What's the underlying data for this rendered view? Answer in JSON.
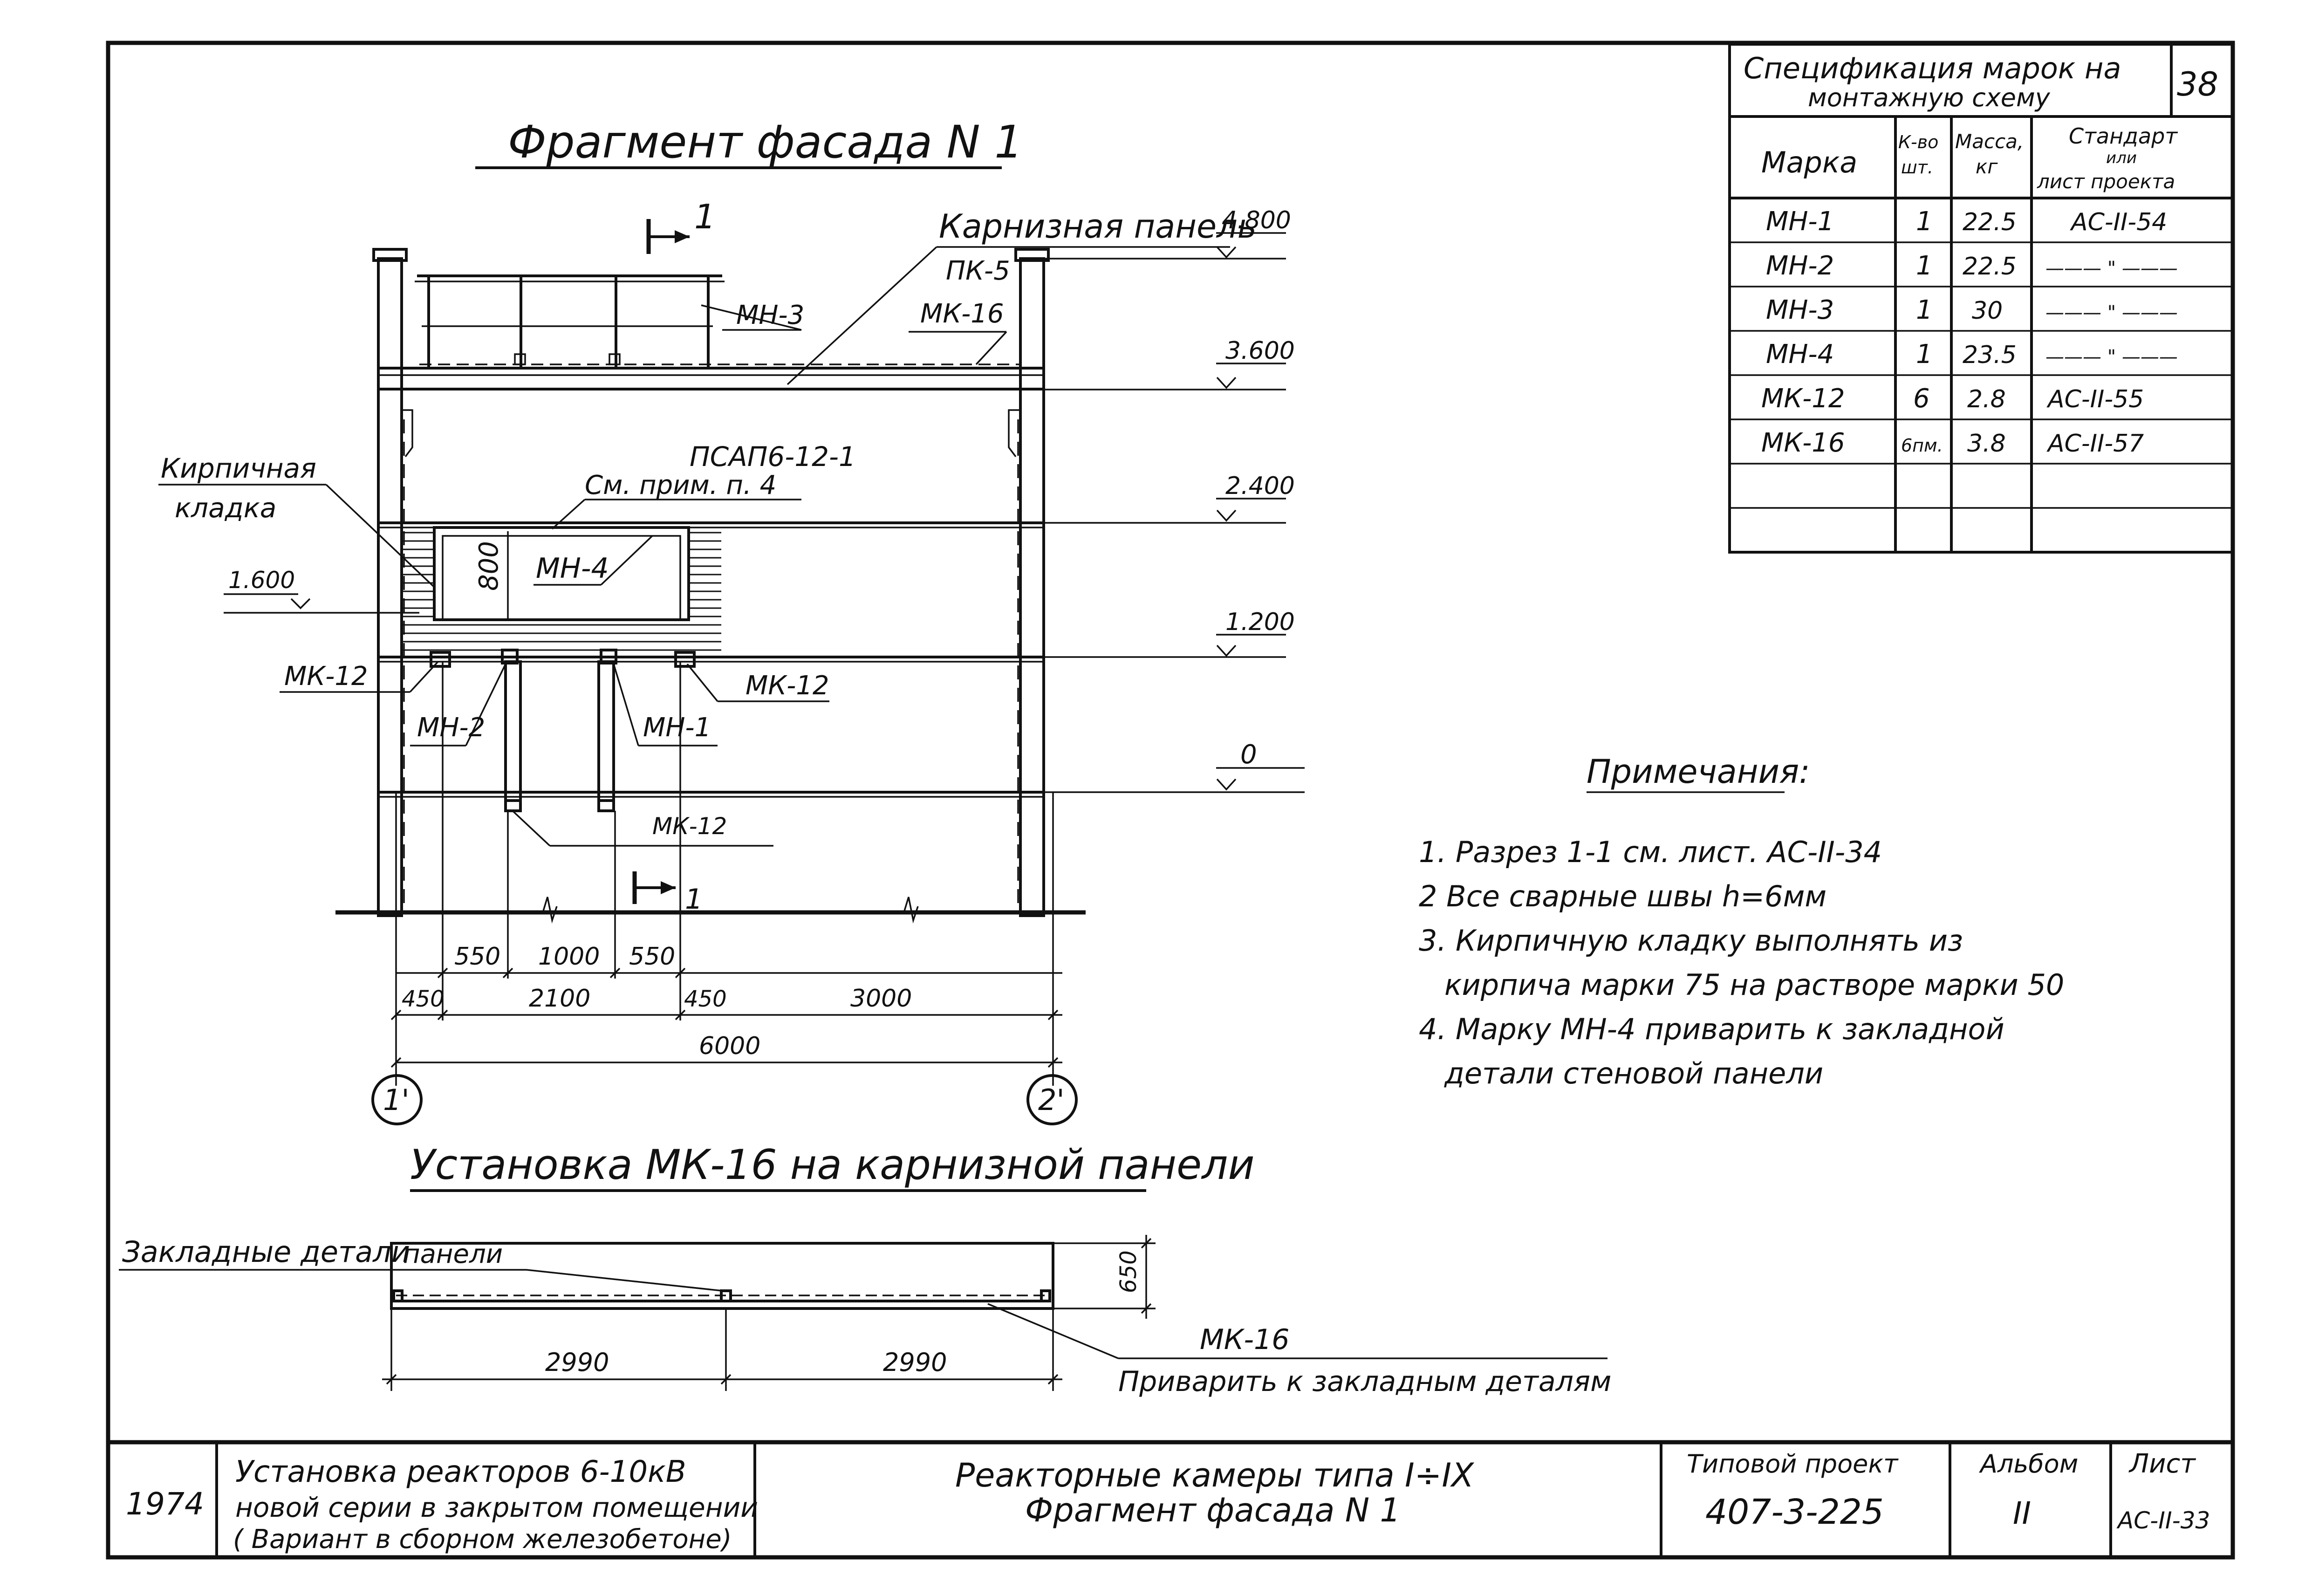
{
  "sheet_number": "38",
  "facade": {
    "title": "Фрагмент фасада N 1",
    "section_mark_top": "1",
    "section_mark_bottom": "1",
    "labels": {
      "cornice_panel": "Карнизная панель",
      "pk5": "ПК-5",
      "mn3": "МН-3",
      "mk16": "МК-16",
      "psap": "ПСАП6-12-1",
      "see_note": "См. прим. п. 4",
      "brick_1": "Кирпичная",
      "brick_2": "кладка",
      "mn4": "МН-4",
      "dim_800": "800",
      "mk12_left": "МК-12",
      "mk12_right": "МК-12",
      "mk12_bottom": "МК-12",
      "mn2": "МН-2",
      "mn1": "МН-1"
    },
    "levels": [
      "4.800",
      "3.600",
      "2.400",
      "1.200",
      "0"
    ],
    "level_left": "1.600",
    "dims": {
      "d550a": "550",
      "d1000": "1000",
      "d550b": "550",
      "d450a": "450",
      "d2100": "2100",
      "d450b": "450",
      "d3000": "3000",
      "d6000": "6000"
    },
    "axes": [
      "1'",
      "2'"
    ]
  },
  "notes": {
    "heading": "Примечания:",
    "items": [
      "1. Разрез 1-1 см. лист. АС-II-34",
      "2 Все сварные швы h=6мм",
      "3. Кирпичную кладку выполнять из",
      "кирпича марки 75 на растворе марки 50",
      "4. Марку МН-4 приварить к закладной",
      "детали стеновой панели"
    ]
  },
  "spec_table": {
    "title_1": "Спецификация марок на",
    "title_2": "монтажную схему",
    "headers": {
      "mark": "Марка",
      "qty_1": "К-во",
      "qty_2": "шт.",
      "mass_1": "Масса,",
      "mass_2": "кг",
      "std_1": "Стандарт",
      "std_2": "или",
      "std_3": "лист проекта"
    },
    "rows": [
      {
        "mark": "МН-1",
        "qty": "1",
        "mass": "22.5",
        "ref": "АС-II-54"
      },
      {
        "mark": "МН-2",
        "qty": "1",
        "mass": "22.5",
        "ref": "——— \" ———"
      },
      {
        "mark": "МН-3",
        "qty": "1",
        "mass": "30",
        "ref": "——— \" ———"
      },
      {
        "mark": "МН-4",
        "qty": "1",
        "mass": "23.5",
        "ref": "——— \" ———"
      },
      {
        "mark": "МК-12",
        "qty": "6",
        "mass": "2.8",
        "ref": "АС-II-55"
      },
      {
        "mark": "МК-16",
        "qty": "6пм.",
        "mass": "3.8",
        "ref": "АС-II-57"
      },
      {
        "mark": "",
        "qty": "",
        "mass": "",
        "ref": ""
      },
      {
        "mark": "",
        "qty": "",
        "mass": "",
        "ref": ""
      }
    ]
  },
  "install": {
    "title": "Установка МК-16 на карнизной панели",
    "embedded_1": "Закладные детали",
    "embedded_2": "панели",
    "dim_650": "650",
    "dim_a": "2990",
    "dim_b": "2990",
    "mk16": "МК-16",
    "weld_note": "Приварить к закладным деталям"
  },
  "title_block": {
    "year": "1974",
    "desc_1": "Установка реакторов 6-10кВ",
    "desc_2": "новой серии в закрытом помещении",
    "desc_3": "( Вариант в сборном железобетоне)",
    "drawing_1": "Реакторные камеры типа I÷IX",
    "drawing_2": "Фрагмент фасада N 1",
    "project_label": "Типовой проект",
    "project_value": "407-3-225",
    "album_label": "Альбом",
    "album_value": "II",
    "sheet_label": "Лист",
    "sheet_value": "АС-II-33"
  }
}
